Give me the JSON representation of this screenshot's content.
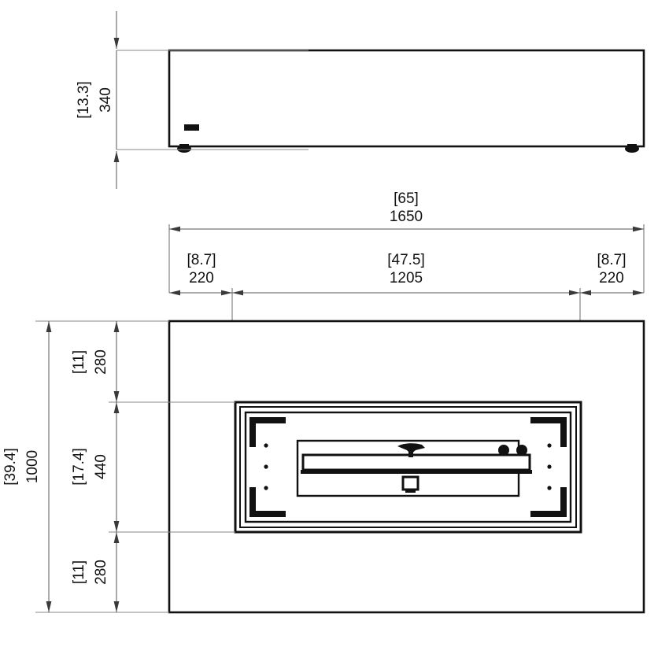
{
  "drawing": {
    "type": "technical-dimension-drawing",
    "units_note": "millimetres with inch equivalents in square brackets",
    "background_color": "#ffffff",
    "line_color": "#000000",
    "dim_line_color": "#555555",
    "text_color": "#111111",
    "views": [
      {
        "name": "front-elevation",
        "id": "elevation",
        "description": "Front elevation of rectangular fire table with two feet and a small control port"
      },
      {
        "name": "top-plan",
        "id": "plan",
        "description": "Top plan view of rectangular fire table with central linear burner insert"
      }
    ],
    "dimensions": {
      "elevation_height": {
        "id": "height-340",
        "imperial": "[13.3]",
        "metric": "340",
        "orientation": "vertical",
        "view": "front-elevation"
      },
      "overall_width": {
        "id": "width-1650",
        "imperial": "[65]",
        "metric": "1650",
        "orientation": "horizontal",
        "view": "top-plan"
      },
      "left_margin": {
        "id": "margin-left-220",
        "imperial": "[8.7]",
        "metric": "220",
        "orientation": "horizontal",
        "view": "top-plan"
      },
      "burner_width": {
        "id": "burner-1205",
        "imperial": "[47.5]",
        "metric": "1205",
        "orientation": "horizontal",
        "view": "top-plan"
      },
      "right_margin": {
        "id": "margin-right-220",
        "imperial": "[8.7]",
        "metric": "220",
        "orientation": "horizontal",
        "view": "top-plan"
      },
      "overall_depth": {
        "id": "depth-1000",
        "imperial": "[39.4]",
        "metric": "1000",
        "orientation": "vertical",
        "view": "top-plan"
      },
      "top_margin": {
        "id": "margin-top-280",
        "imperial": "[11]",
        "metric": "280",
        "orientation": "vertical",
        "view": "top-plan"
      },
      "burner_depth": {
        "id": "burner-440",
        "imperial": "[17.4]",
        "metric": "440",
        "orientation": "vertical",
        "view": "top-plan"
      },
      "bottom_margin": {
        "id": "margin-bottom-280",
        "imperial": "[11]",
        "metric": "280",
        "orientation": "vertical",
        "view": "top-plan"
      }
    }
  }
}
